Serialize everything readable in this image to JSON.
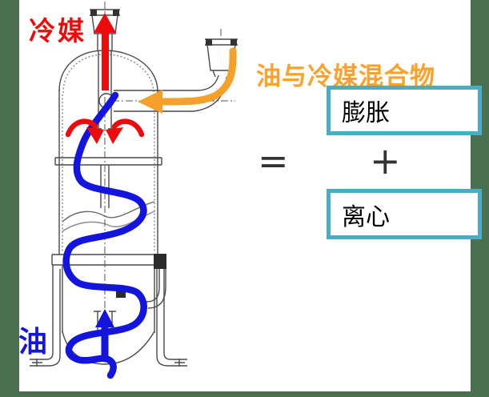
{
  "slide": {
    "background": "#FFFFFF",
    "border_color": "#4A7050"
  },
  "diagram": {
    "labels": {
      "refrigerant": {
        "text": "冷媒",
        "color": "#F00909"
      },
      "oil": {
        "text": "油",
        "color": "#1414DF"
      },
      "mixture": {
        "text": "油与冷媒混合物",
        "color": "#FAA22B"
      }
    },
    "flows": {
      "refrigerant_out": {
        "icon": "arrow-up-icon",
        "color": "#EE0A0A"
      },
      "swirl": {
        "icon": "swirl-arrows-icon",
        "color": "#EE0A0A"
      },
      "mixture_in": {
        "icon": "curved-arrow-left-icon",
        "color": "#F5A028"
      },
      "oil_path": {
        "icon": "wavy-flow-icon",
        "color": "#1414DF"
      },
      "oil_up": {
        "icon": "arrow-up-icon",
        "color": "#1414DF"
      }
    },
    "vessel": {
      "line_color": "#4A4A4A"
    }
  },
  "equation": {
    "equals": "=",
    "plus": "+",
    "terms": [
      {
        "label": "膨胀"
      },
      {
        "label": "离心"
      }
    ],
    "box_border_color": "#4BACC6",
    "text_color": "#000000"
  }
}
